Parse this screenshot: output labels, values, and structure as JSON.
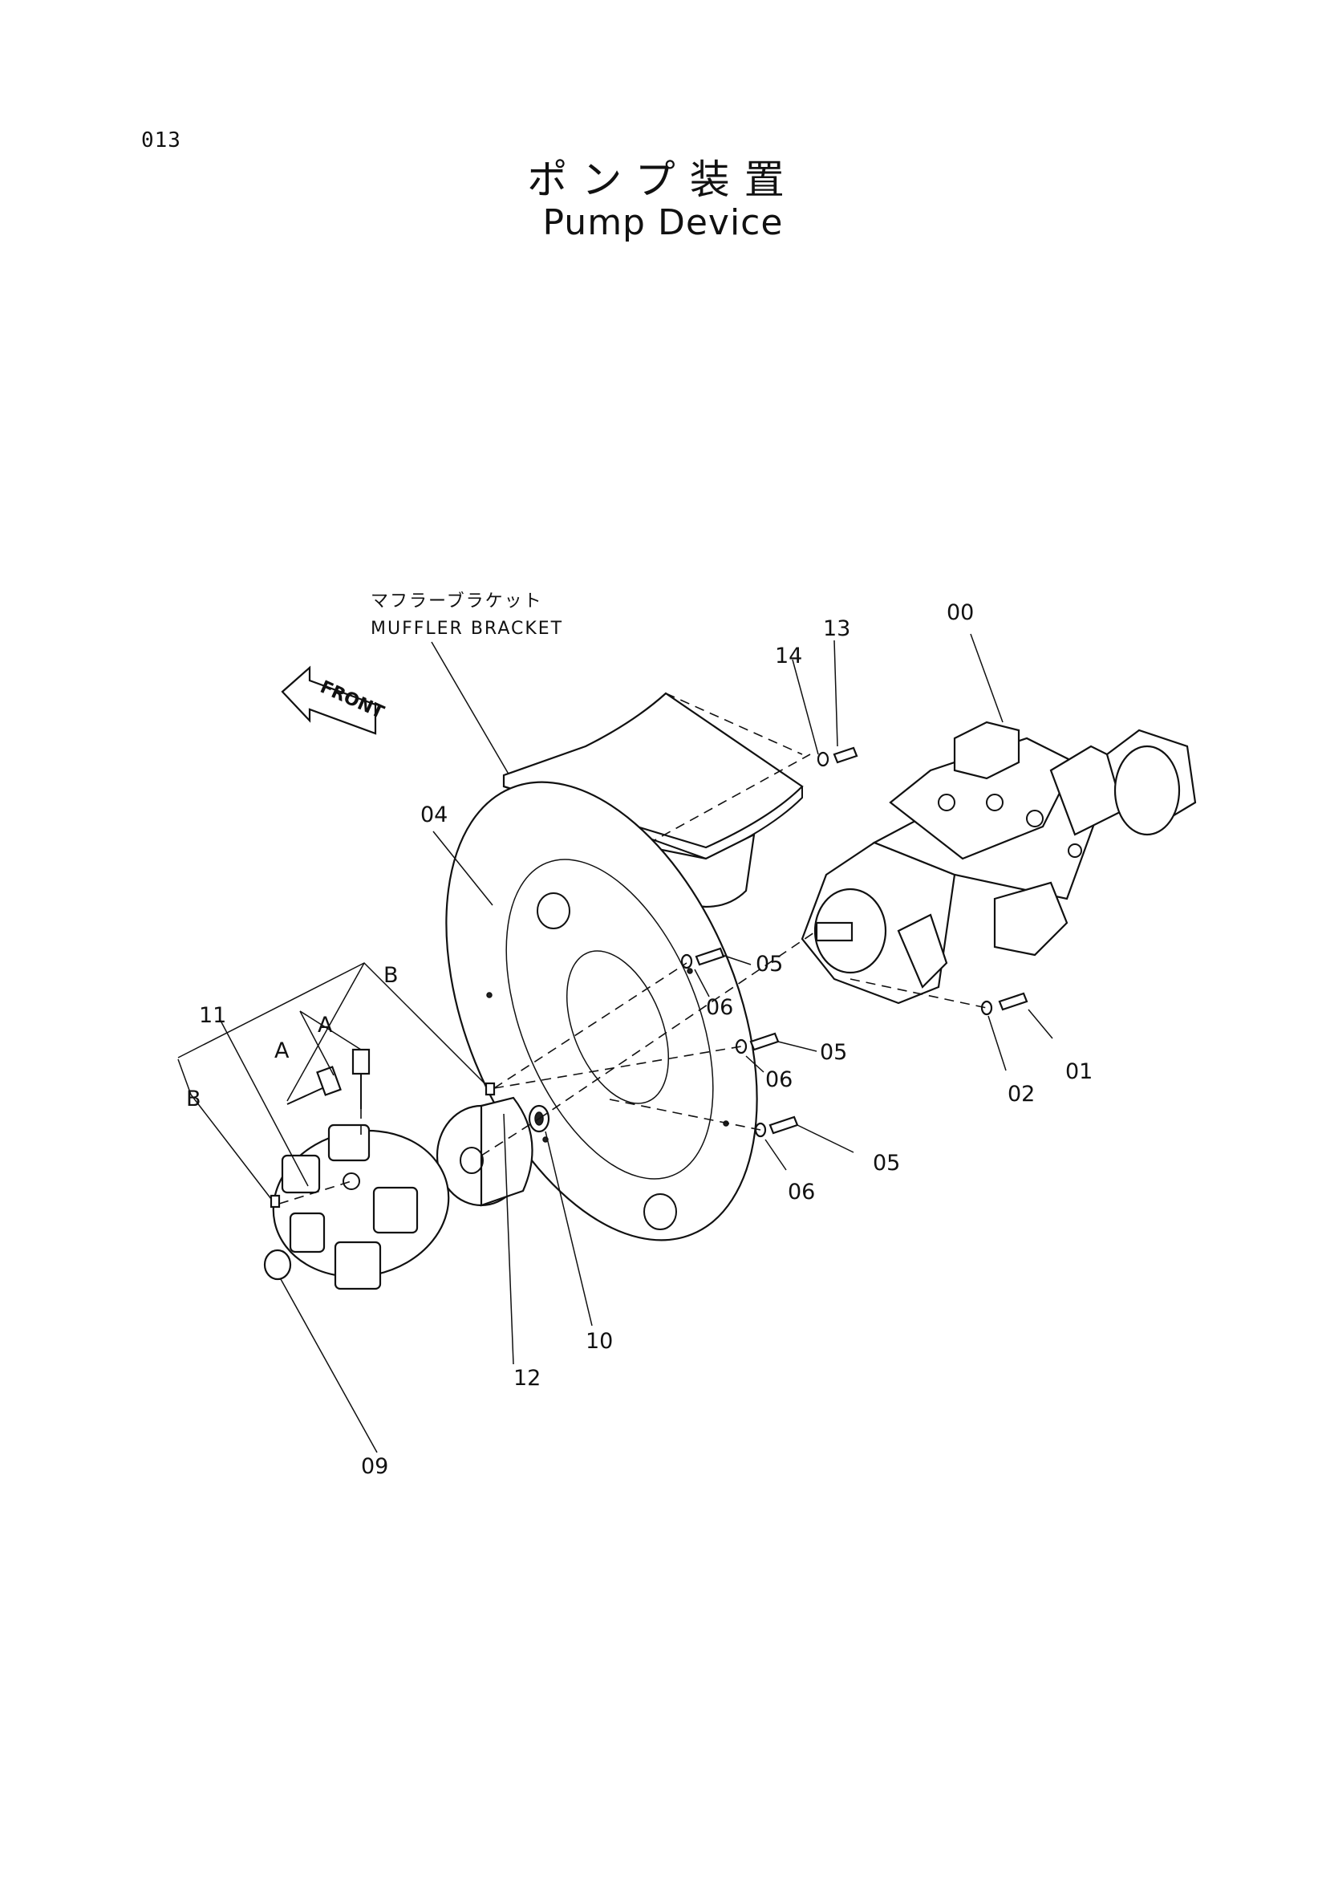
{
  "header": {
    "page_number": "013",
    "title_ja": "ポンプ装置",
    "title_en": "Pump Device"
  },
  "annotations": {
    "muffler_ja": "マフラーブラケット",
    "muffler_en": "MUFFLER BRACKET",
    "front": "FRONT"
  },
  "callouts": {
    "p00": "00",
    "p01": "01",
    "p02": "02",
    "p04": "04",
    "p05a": "05",
    "p05b": "05",
    "p05c": "05",
    "p06a": "06",
    "p06b": "06",
    "p06c": "06",
    "p09": "09",
    "p10": "10",
    "p11": "11",
    "p12": "12",
    "p13": "13",
    "p14": "14",
    "ref_a1": "A",
    "ref_a2": "A",
    "ref_b1": "B",
    "ref_b2": "B"
  }
}
